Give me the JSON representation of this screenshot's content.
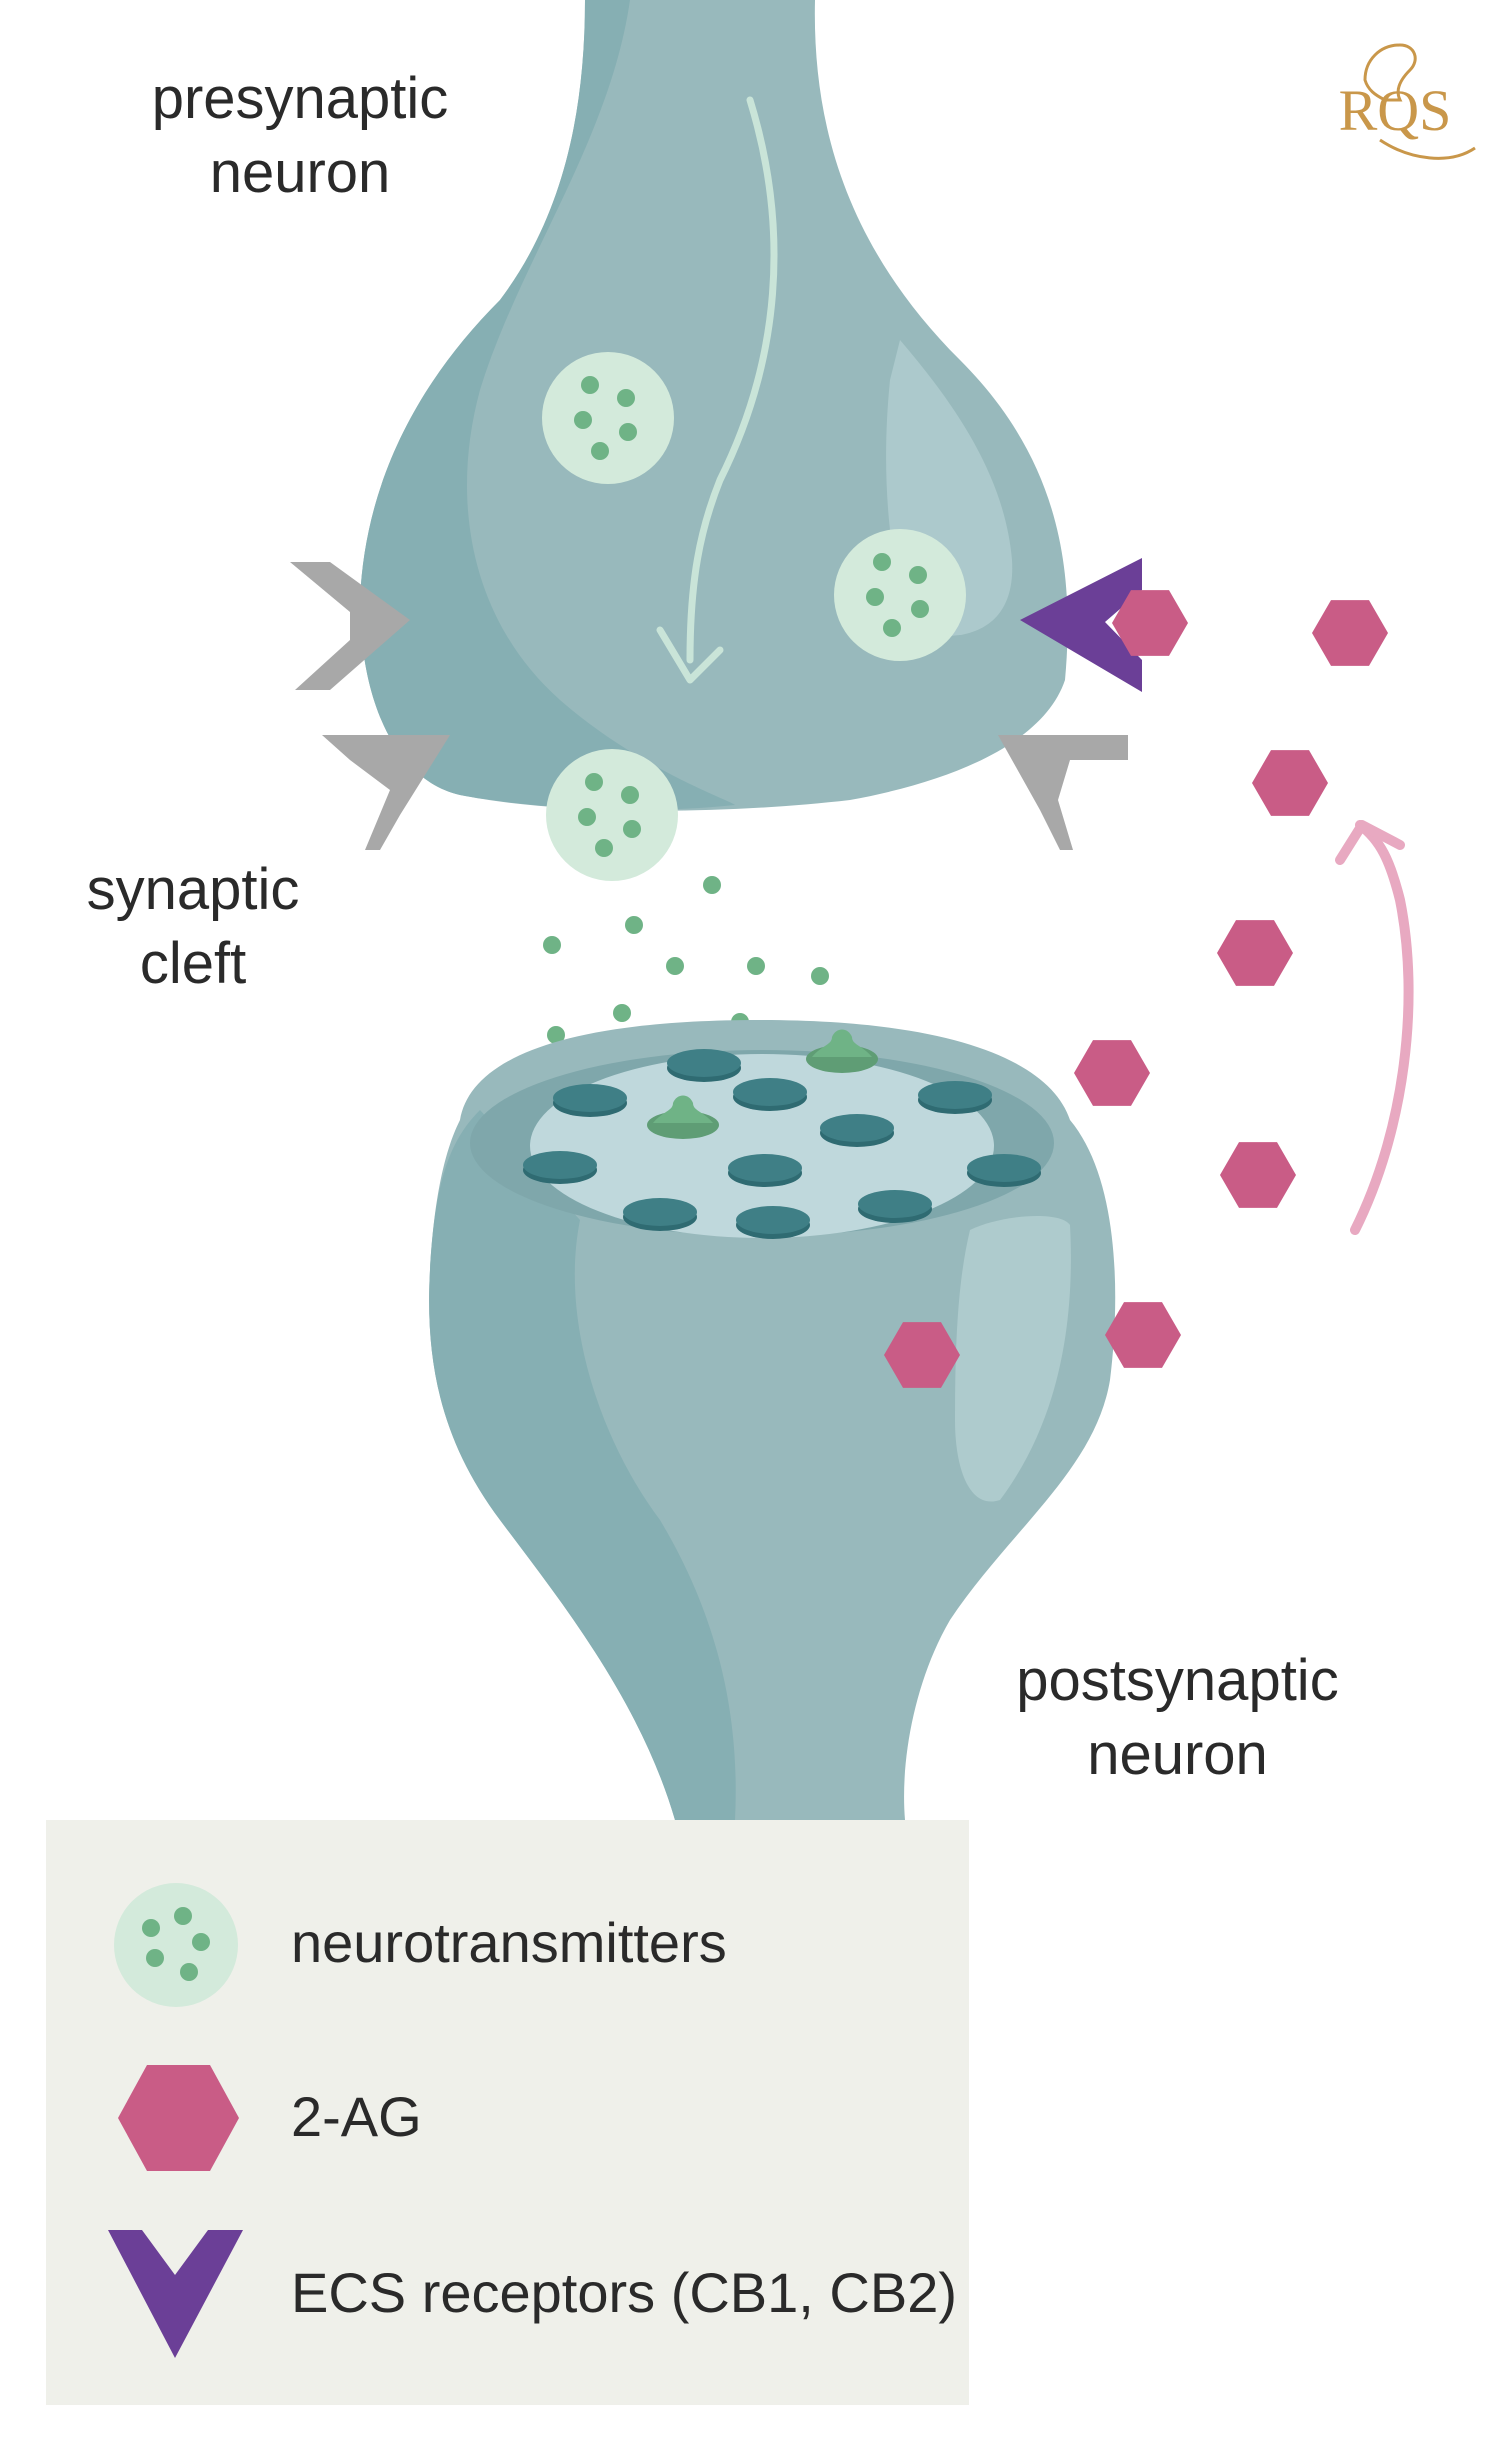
{
  "labels": {
    "presynaptic": [
      "presynaptic",
      "neuron"
    ],
    "cleft": [
      "synaptic",
      "cleft"
    ],
    "postsynaptic": [
      "postsynaptic",
      "neuron"
    ]
  },
  "logo": {
    "text": "RQS",
    "color": "#c9974a"
  },
  "legend": {
    "items": [
      {
        "icon": "vesicle-icon",
        "label": "neurotransmitters"
      },
      {
        "icon": "hexagon-icon",
        "label": "2-AG"
      },
      {
        "icon": "receptor-icon",
        "label": "ECS receptors (CB1, CB2)"
      }
    ]
  },
  "colors": {
    "neuron": "#98b9bc",
    "neuron_dark": "#84aeb2",
    "vesicle": "#d3eadb",
    "neurotransmitter_dot": "#6fb386",
    "two_ag": "#c95c86",
    "ecs_receptor": "#6b3f97",
    "grey_receptor": "#a8a8a8",
    "postsynaptic_receptor": "#3f7f86",
    "arrow_pink": "#e8a9c1",
    "legend_bg": "#eff0ea"
  }
}
